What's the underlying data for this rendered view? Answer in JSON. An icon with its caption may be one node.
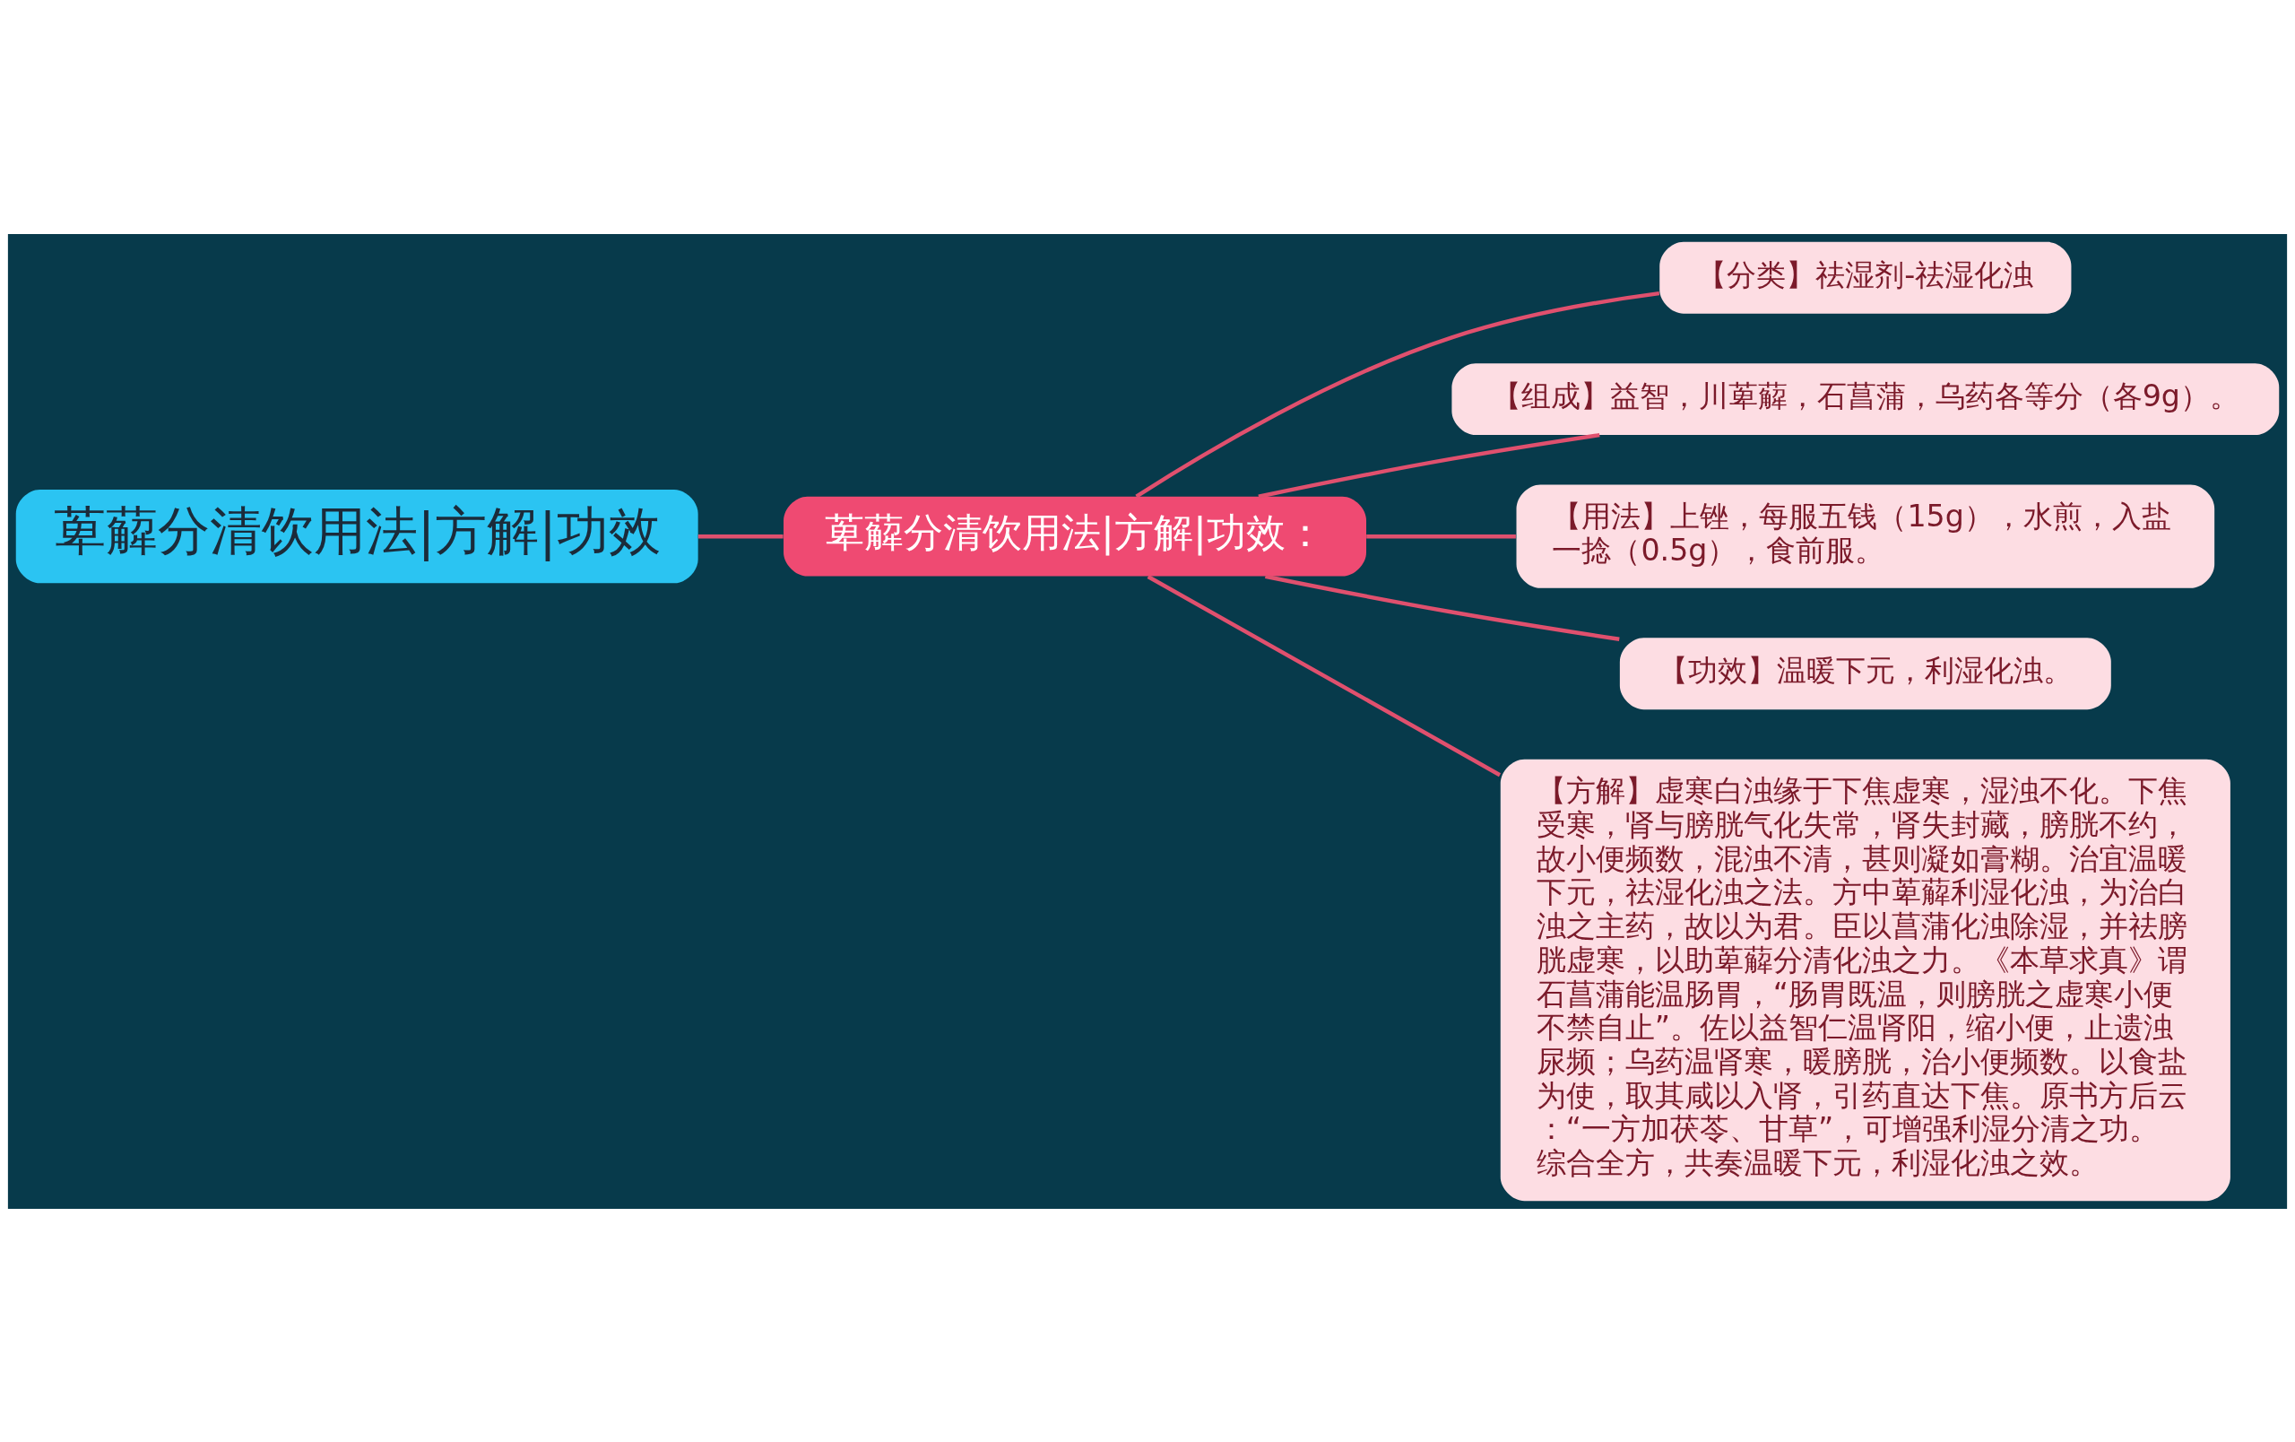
{
  "diagram": {
    "nodes": [
      {
        "text": [
          "萆薢分清饮用法|方解|功效"
        ]
      },
      {
        "text": [
          "萆薢分清饮用法|方解|功效："
        ]
      },
      {
        "text": [
          "【分类】祛湿剂-祛湿化浊"
        ]
      },
      {
        "text": [
          "【组成】益智，川萆薢，石菖蒲，乌药各等分（各9g）。"
        ]
      },
      {
        "text": [
          "【用法】上锉，每服五钱（15g），水煎，入盐一捻（0.5g），食前服。"
        ]
      },
      {
        "text": [
          "【功效】温暖下元，利湿化浊。"
        ]
      },
      {
        "text": [
          "【方解】虚寒白浊缘于下焦虚寒，湿浊不化。下焦受寒，肾与膀胱气化失常，肾失封藏，膀胱不约，故小便频数，混浊不清，甚则凝如膏糊。治宜温暖下元，祛湿化浊之法。方中萆薢利湿化浊，为治白浊之主药，故以为君。臣以菖蒲化浊除湿，并祛膀胱虚寒，以助萆薢分清化浊之力。《本草求真》谓石菖蒲能温肠胃，“肠胃既温，则膀胱之虚寒小便不禁自止”。佐以益智仁温肾阳，缩小便，止遗浊尿频；乌药温肾寒，暖膀胱，治小便频数。以食盐为使，取其咸以入肾，引药直达下焦。原书方后云：“一方加茯苓、甘草”，可增强利湿分清之功。综合全方，共奏温暖下元，利湿化浊之效。"
        ]
      }
    ],
    "edges": [
      {
        "from": 0,
        "to": 1,
        "arrow": "none"
      },
      {
        "from": 1,
        "to": 2,
        "arrow": "none"
      },
      {
        "from": 1,
        "to": 3,
        "arrow": "none"
      },
      {
        "from": 1,
        "to": 4,
        "arrow": "none"
      },
      {
        "from": 1,
        "to": 5,
        "arrow": "none"
      },
      {
        "from": 1,
        "to": 6,
        "arrow": "none"
      }
    ]
  }
}
